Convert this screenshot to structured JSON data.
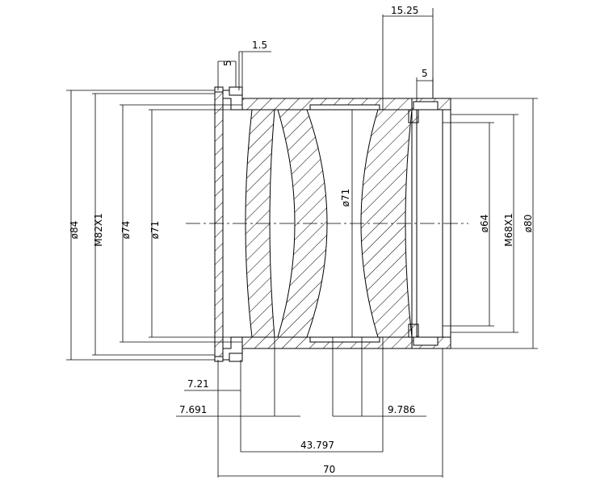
{
  "diameters": {
    "d84": "ø84",
    "m82": "M82X1",
    "d74": "ø74",
    "d71_left": "ø71",
    "d71_center": "ø71",
    "d64": "ø64",
    "m68": "M68X1",
    "d80": "ø80"
  },
  "top_dims": {
    "d15_25": "15.25",
    "d1_5": "1.5",
    "d5_left": "5",
    "d5_right": "5"
  },
  "bottom_dims": {
    "d7_21": "7.21",
    "d7_691": "7.691",
    "d9_786": "9.786",
    "d43_797": "43.797",
    "d70": "70"
  }
}
